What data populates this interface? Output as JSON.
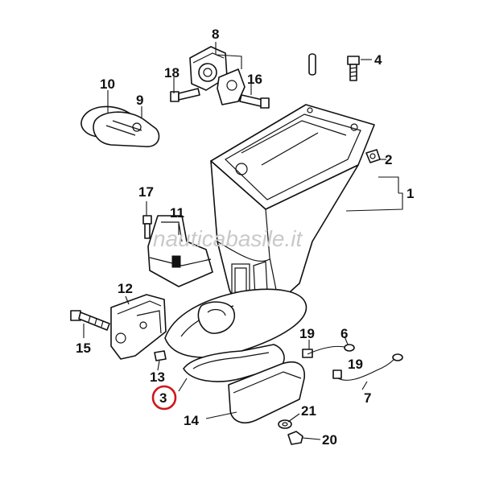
{
  "watermark": "nauticabasile.it",
  "highlight_color": "#d0161b",
  "callouts": [
    "1",
    "2",
    "3",
    "4",
    "6",
    "7",
    "8",
    "9",
    "10",
    "11",
    "12",
    "13",
    "14",
    "15",
    "16",
    "17",
    "18",
    "19",
    "19",
    "20",
    "21"
  ]
}
